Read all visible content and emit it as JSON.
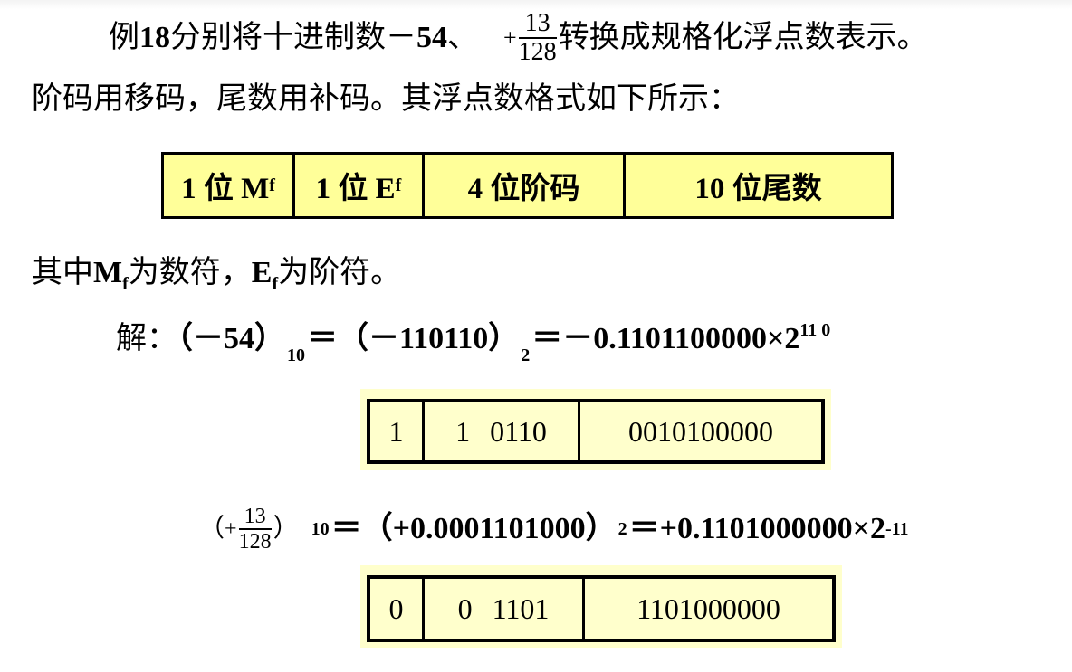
{
  "example": {
    "prefix": "例",
    "number": "18",
    "text_a": " 分别将十进制数－",
    "value_a": "54",
    "sep": "、 ",
    "plus": "+",
    "frac_num": "13",
    "frac_den": "128",
    "text_b": "转换成规格化浮点数表示。",
    "line2": "阶码用移码，尾数用补码。其浮点数格式如下所示："
  },
  "format_table": {
    "cells": [
      {
        "label": "1 位 M",
        "sub": "f"
      },
      {
        "label": "1 位 E",
        "sub": "f"
      },
      {
        "label": "4 位阶码",
        "sub": ""
      },
      {
        "label": "10 位尾数",
        "sub": ""
      }
    ],
    "background": "#ffff99"
  },
  "note": {
    "a": "其中",
    "m": "M",
    "m_sub": "f",
    "b": "为数符，",
    "e": "E",
    "e_sub": "f",
    "c": "为阶符。"
  },
  "solution1": {
    "label": "解：",
    "lhs": "（－54）",
    "lhs_base": "10",
    "eq1": "＝（－110110）",
    "mid_base": "2",
    "eq2": "＝－0.1101100000×2",
    "exponent": "11 0"
  },
  "result1": {
    "cells": [
      "1",
      "1",
      "0110",
      "0010100000"
    ],
    "background": "#ffffcc"
  },
  "solution2": {
    "open": "（",
    "plus": "+",
    "frac_num": "13",
    "frac_den": "128",
    "close": "）",
    "lhs_base": "10",
    "eq1": "＝（+0.0001101000）",
    "mid_base": "2",
    "eq2": "＝+0.1101000000×2",
    "exponent": "-11"
  },
  "result2": {
    "cells": [
      "0",
      "0",
      "1101",
      "1101000000"
    ],
    "background": "#ffffcc"
  }
}
